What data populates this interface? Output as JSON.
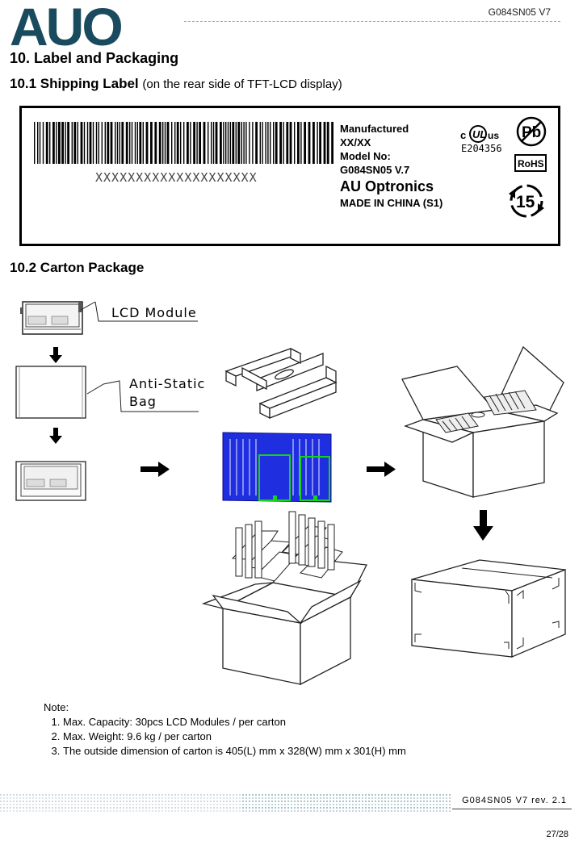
{
  "header": {
    "logo_text": "AUO",
    "doc_id": "G084SN05 V7"
  },
  "section": {
    "title": "10. Label and Packaging",
    "label_heading": "10.1 Shipping Label",
    "label_heading_note": "(on the rear side of TFT-LCD display)",
    "carton_heading": "10.2 Carton Package"
  },
  "shipping_label": {
    "serial": "XXXXXXXXXXXXXXXXXXXX",
    "manufactured_label": "Manufactured",
    "date": "XX/XX",
    "model_label": "Model No:",
    "model": "G084SN05 V.7",
    "company": "AU Optronics",
    "origin": "MADE IN CHINA (S1)",
    "ul_mark_c": "c",
    "ul_mark_us": "us",
    "ul_file": "E204356",
    "pb_mark": "Pb",
    "rohs_mark": "RoHS",
    "recycle_mark": "15"
  },
  "figure": {
    "lcd_module_label": "LCD Module",
    "anti_static_line1": "Anti-Static",
    "anti_static_line2": "Bag"
  },
  "notes": {
    "title": "Note:",
    "items": [
      "Max. Capacity: 30pcs LCD Modules / per carton",
      "Max. Weight: 9.6 kg / per carton",
      "The outside dimension of carton is 405(L) mm x 328(W) mm x 301(H) mm"
    ]
  },
  "footer": {
    "doc_rev": "G084SN05 V7 rev. 2.1",
    "page": "27/28"
  },
  "colors": {
    "logo": "#1a4a5e",
    "tray_blue": "#1f2fe0",
    "tray_green": "#17d21a"
  }
}
